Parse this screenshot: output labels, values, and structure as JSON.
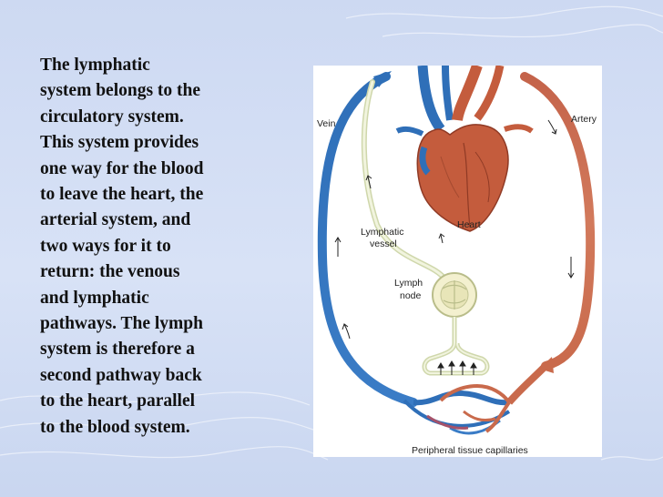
{
  "slide": {
    "text": "The lymphatic\nsystem belongs to the\ncirculatory system.\nThis system provides\none way for the blood\nto leave the heart, the\narterial system, and\ntwo ways for it to\nreturn: the venous\nand lymphatic\npathways. The lymph\nsystem is therefore a\nsecond pathway back\nto the heart, parallel\nto the blood system."
  },
  "diagram": {
    "labels": {
      "vein": "Vein",
      "artery": "Artery",
      "heart": "Heart",
      "lymphatic_vessel_line1": "Lymphatic",
      "lymphatic_vessel_line2": "vessel",
      "lymph_node_line1": "Lymph",
      "lymph_node_line2": "node",
      "capillaries": "Peripheral tissue capillaries"
    },
    "colors": {
      "vein": "#2f6fb8",
      "artery": "#c96a4c",
      "lymph": "#dfe6c4",
      "heart": "#c45c3d"
    }
  }
}
